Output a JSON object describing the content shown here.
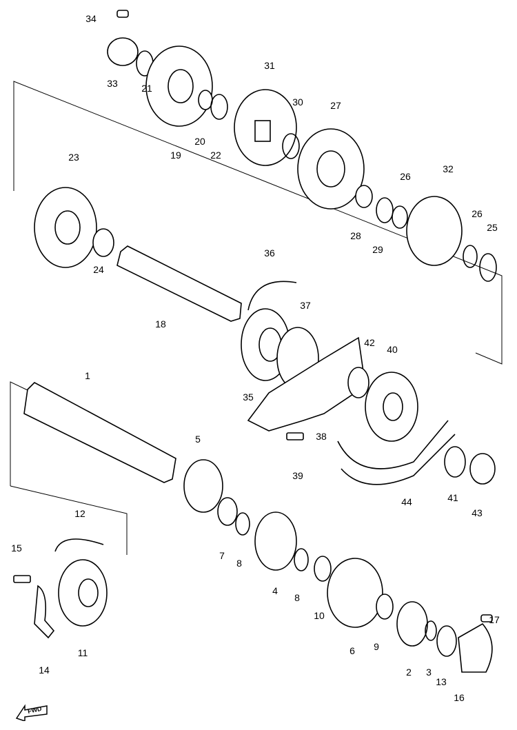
{
  "diagram": {
    "type": "exploded parts diagram",
    "part_labels": [
      "34",
      "33",
      "21",
      "19",
      "20",
      "22",
      "31",
      "30",
      "27",
      "26",
      "28",
      "29",
      "32",
      "26",
      "25",
      "23",
      "24",
      "18",
      "36",
      "37",
      "35",
      "42",
      "40",
      "38",
      "39",
      "44",
      "41",
      "43",
      "1",
      "5",
      "7",
      "8",
      "4",
      "8",
      "10",
      "6",
      "9",
      "2",
      "3",
      "13",
      "16",
      "17",
      "12",
      "15",
      "14",
      "11"
    ],
    "direction_arrow": "FWD"
  }
}
